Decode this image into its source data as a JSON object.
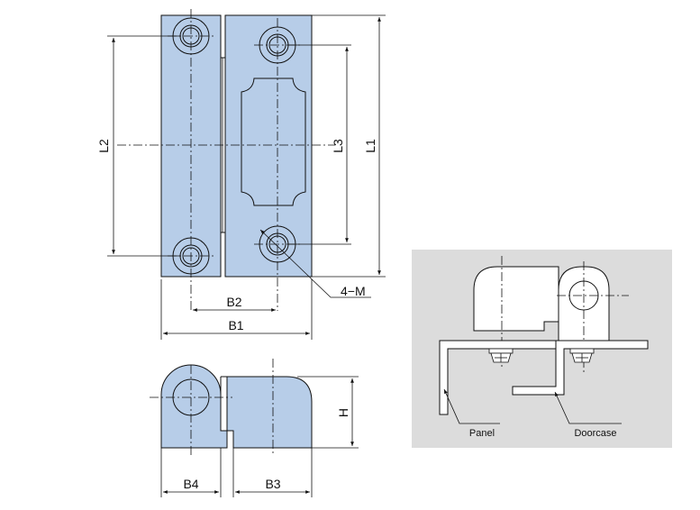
{
  "colors": {
    "part_fill": "#b7cde8",
    "inset_background": "#dcdcdc",
    "line": "#111111"
  },
  "dimensions": {
    "l1": "L1",
    "l2": "L2",
    "l3": "L3",
    "b1": "B1",
    "b2": "B2",
    "b3": "B3",
    "b4": "B4",
    "h": "H",
    "holes": "4−M"
  },
  "inset": {
    "panel_label": "Panel",
    "doorcase_label": "Doorcase"
  }
}
